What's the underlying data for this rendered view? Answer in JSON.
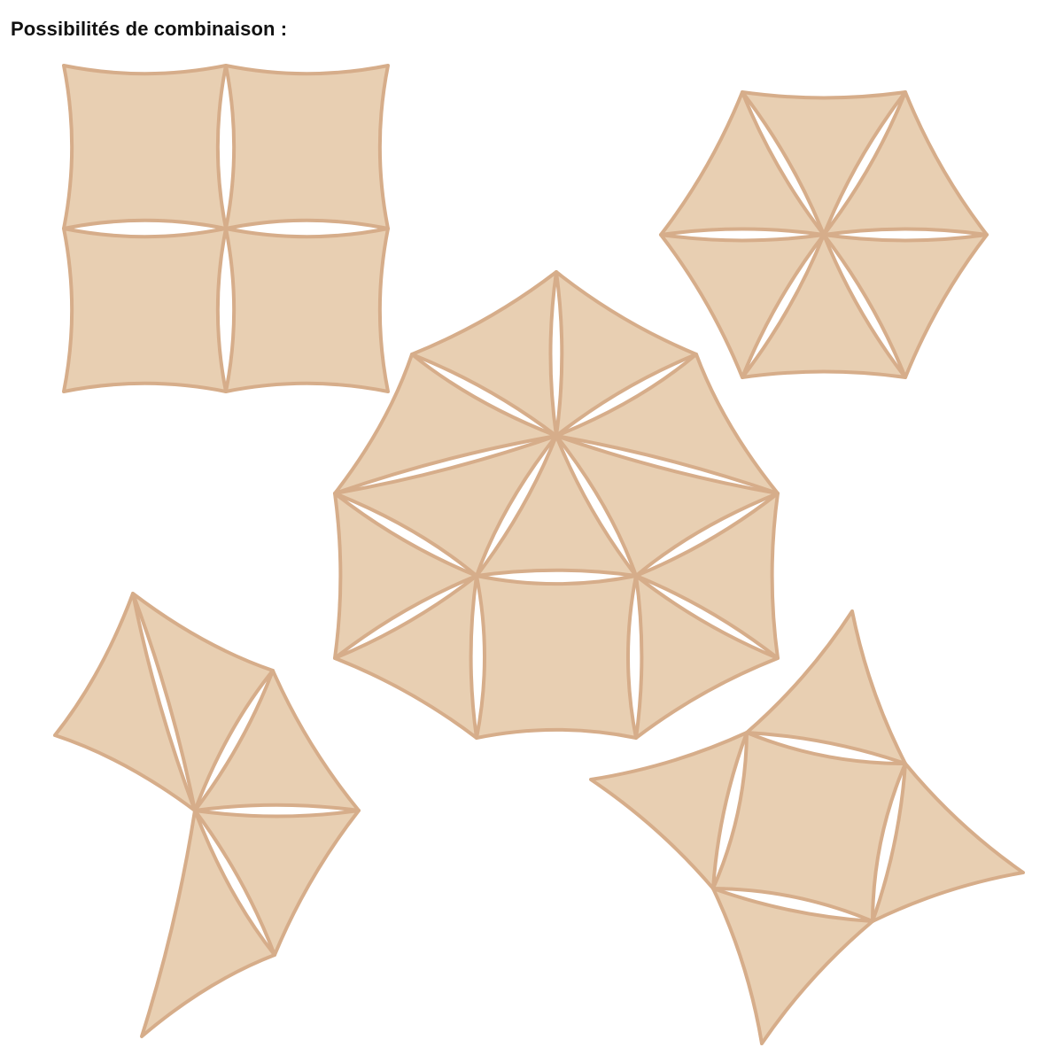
{
  "heading": "Possibilités de combinaison :",
  "colors": {
    "sail_fill": "#e8cfb2",
    "sail_stroke": "#d6ad8a",
    "background": "#ffffff",
    "text": "#111111"
  },
  "arrangements": [
    {
      "name": "square-of-four-squares",
      "sail_shapes": [
        "square",
        "square",
        "square",
        "square"
      ]
    },
    {
      "name": "hexagon-of-six-triangles",
      "sail_shapes": [
        "triangle",
        "triangle",
        "triangle",
        "triangle",
        "triangle",
        "triangle"
      ]
    },
    {
      "name": "center-composite",
      "sail_shapes": [
        "triangle",
        "triangle",
        "triangle",
        "triangle",
        "triangle",
        "triangle",
        "triangle",
        "triangle",
        "triangle",
        "square"
      ]
    },
    {
      "name": "partial-hexagon-of-five-triangles",
      "sail_shapes": [
        "triangle",
        "triangle",
        "triangle",
        "triangle",
        "triangle"
      ]
    },
    {
      "name": "square-with-four-triangles",
      "sail_shapes": [
        "square",
        "triangle",
        "triangle",
        "triangle",
        "triangle"
      ]
    }
  ]
}
